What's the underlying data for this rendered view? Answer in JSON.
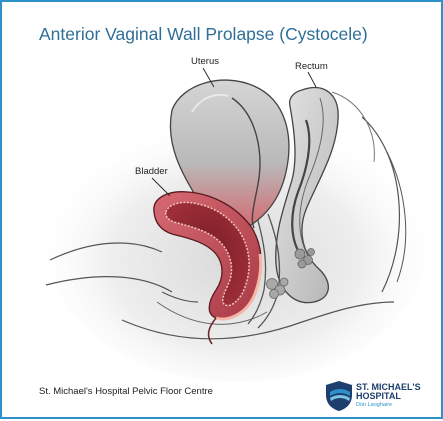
{
  "title": "Anterior Vaginal Wall Prolapse (Cystocele)",
  "labels": {
    "uterus": "Uterus",
    "rectum": "Rectum",
    "bladder": "Bladder"
  },
  "footer": {
    "text": "St. Michael's Hospital Pelvic Floor Centre"
  },
  "logo": {
    "line1": "ST. MICHAEL'S",
    "line2": "HOSPITAL",
    "line3": "Dún Laoghaire"
  },
  "colors": {
    "border": "#2b93c9",
    "title": "#2f6f97",
    "logo_navy": "#1d3f6e"
  }
}
